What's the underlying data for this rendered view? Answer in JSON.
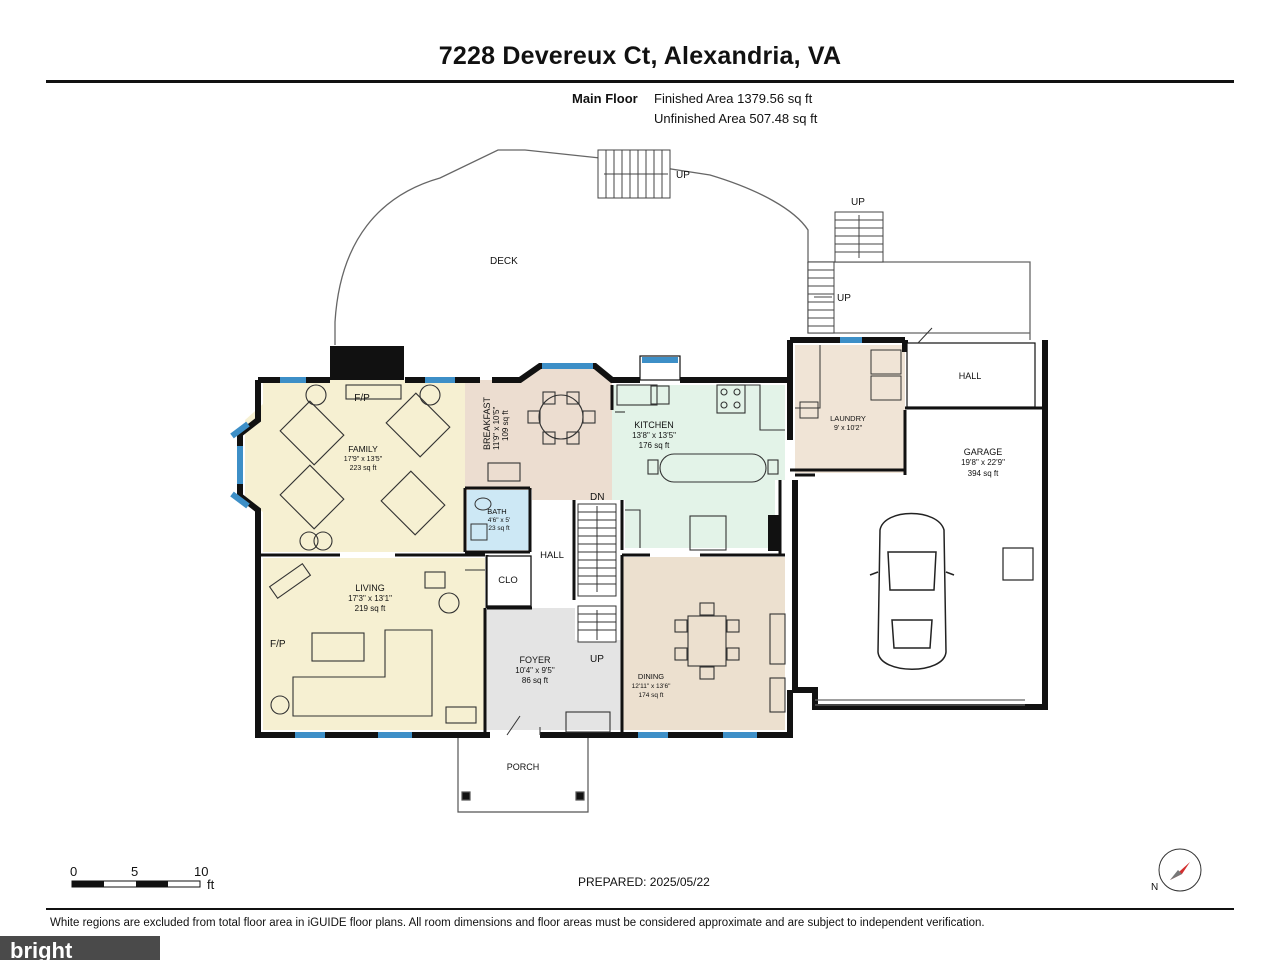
{
  "header": {
    "title": "7228 Devereux Ct, Alexandria, VA",
    "floor_name": "Main Floor",
    "finished_area": "Finished Area 1379.56 sq ft",
    "unfinished_area": "Unfinished Area 507.48 sq ft"
  },
  "rooms": {
    "deck": "DECK",
    "family": {
      "name": "FAMILY",
      "dims": "17'9\" x 13'5\"",
      "area": "223 sq ft"
    },
    "fp_top": "F/P",
    "fp_left": "F/P",
    "breakfast": {
      "name": "BREAKFAST",
      "dims": "11'9\" x 10'5\"",
      "area": "109 sq ft"
    },
    "kitchen": {
      "name": "KITCHEN",
      "dims": "13'8\" x 13'5\"",
      "area": "176 sq ft"
    },
    "laundry": {
      "name": "LAUNDRY",
      "dims": "9' x 10'2\"",
      "area": ""
    },
    "hall_top": "HALL",
    "garage": {
      "name": "GARAGE",
      "dims": "19'8\" x 22'9\"",
      "area": "394 sq ft"
    },
    "bath": {
      "name": "BATH",
      "dims": "4'6\" x 5'",
      "area": "23 sq ft"
    },
    "hall": "HALL",
    "clo": "CLO",
    "living": {
      "name": "LIVING",
      "dims": "17'3\" x 13'1\"",
      "area": "219 sq ft"
    },
    "foyer": {
      "name": "FOYER",
      "dims": "10'4\" x 9'5\"",
      "area": "86 sq ft"
    },
    "dining": {
      "name": "DINING",
      "dims": "12'11\" x 13'6\"",
      "area": "174 sq ft"
    },
    "porch": "PORCH"
  },
  "stair_labels": {
    "up1": "UP",
    "up2": "UP",
    "up3": "UP",
    "up_foyer": "UP",
    "dn": "DN"
  },
  "scale": {
    "zero": "0",
    "five": "5",
    "ten": "10",
    "unit": "ft"
  },
  "prepared": "PREPARED: 2025/05/22",
  "compass": "N",
  "footer": "White regions are excluded from total floor area in iGUIDE floor plans. All room dimensions and floor areas must be considered approximate and are subject to independent verification.",
  "brand": "bright",
  "colors": {
    "family_living": "#f6f0d2",
    "breakfast": "#ecddd0",
    "kitchen": "#e3f3e8",
    "bath": "#cde8f5",
    "foyer": "#e4e4e4",
    "dining": "#ece0cf",
    "laundry": "#f0e4d6",
    "window": "#3d8fc7",
    "wall": "#111111"
  }
}
